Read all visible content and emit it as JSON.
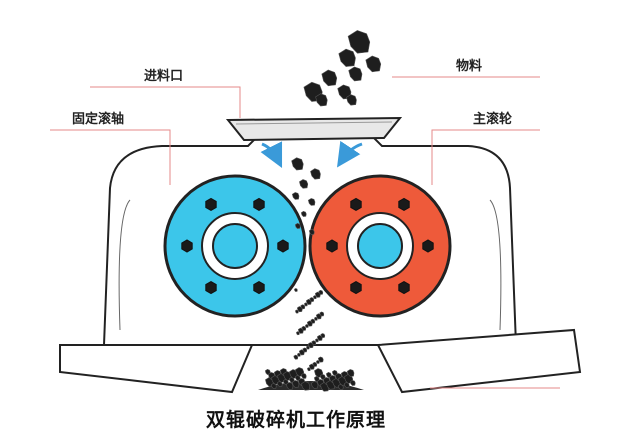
{
  "labels": {
    "feed_inlet": "进料口",
    "material": "物料",
    "fixed_roller": "固定滚轴",
    "main_roller": "主滚轮"
  },
  "title": "双辊破碎机工作原理",
  "colors": {
    "fixed_roller": "#3cc6ea",
    "main_roller": "#ee5a3a",
    "leader_line": "#e58a8a",
    "outline": "#222222",
    "flow_arrow": "#3a9ad9"
  }
}
